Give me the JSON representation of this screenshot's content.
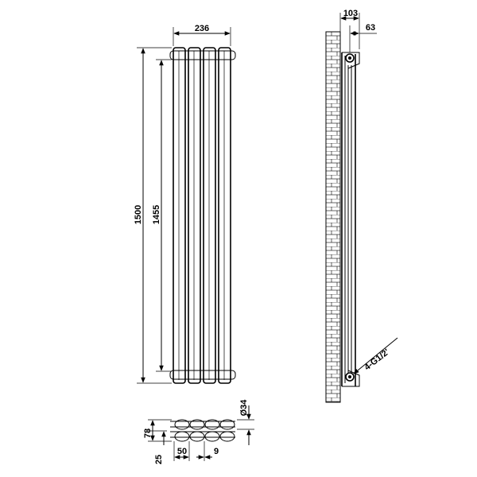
{
  "dimensions": {
    "front_width": "236",
    "overall_height": "1500",
    "tube_height": "1455",
    "side_depth": "103",
    "wall_offset": "63",
    "connection": "4-G1/2'",
    "tube_diameter": "Ø34",
    "bottom_depth": "78",
    "bottom_offset": "25",
    "tube_pitch": "50",
    "tube_gap": "9"
  }
}
